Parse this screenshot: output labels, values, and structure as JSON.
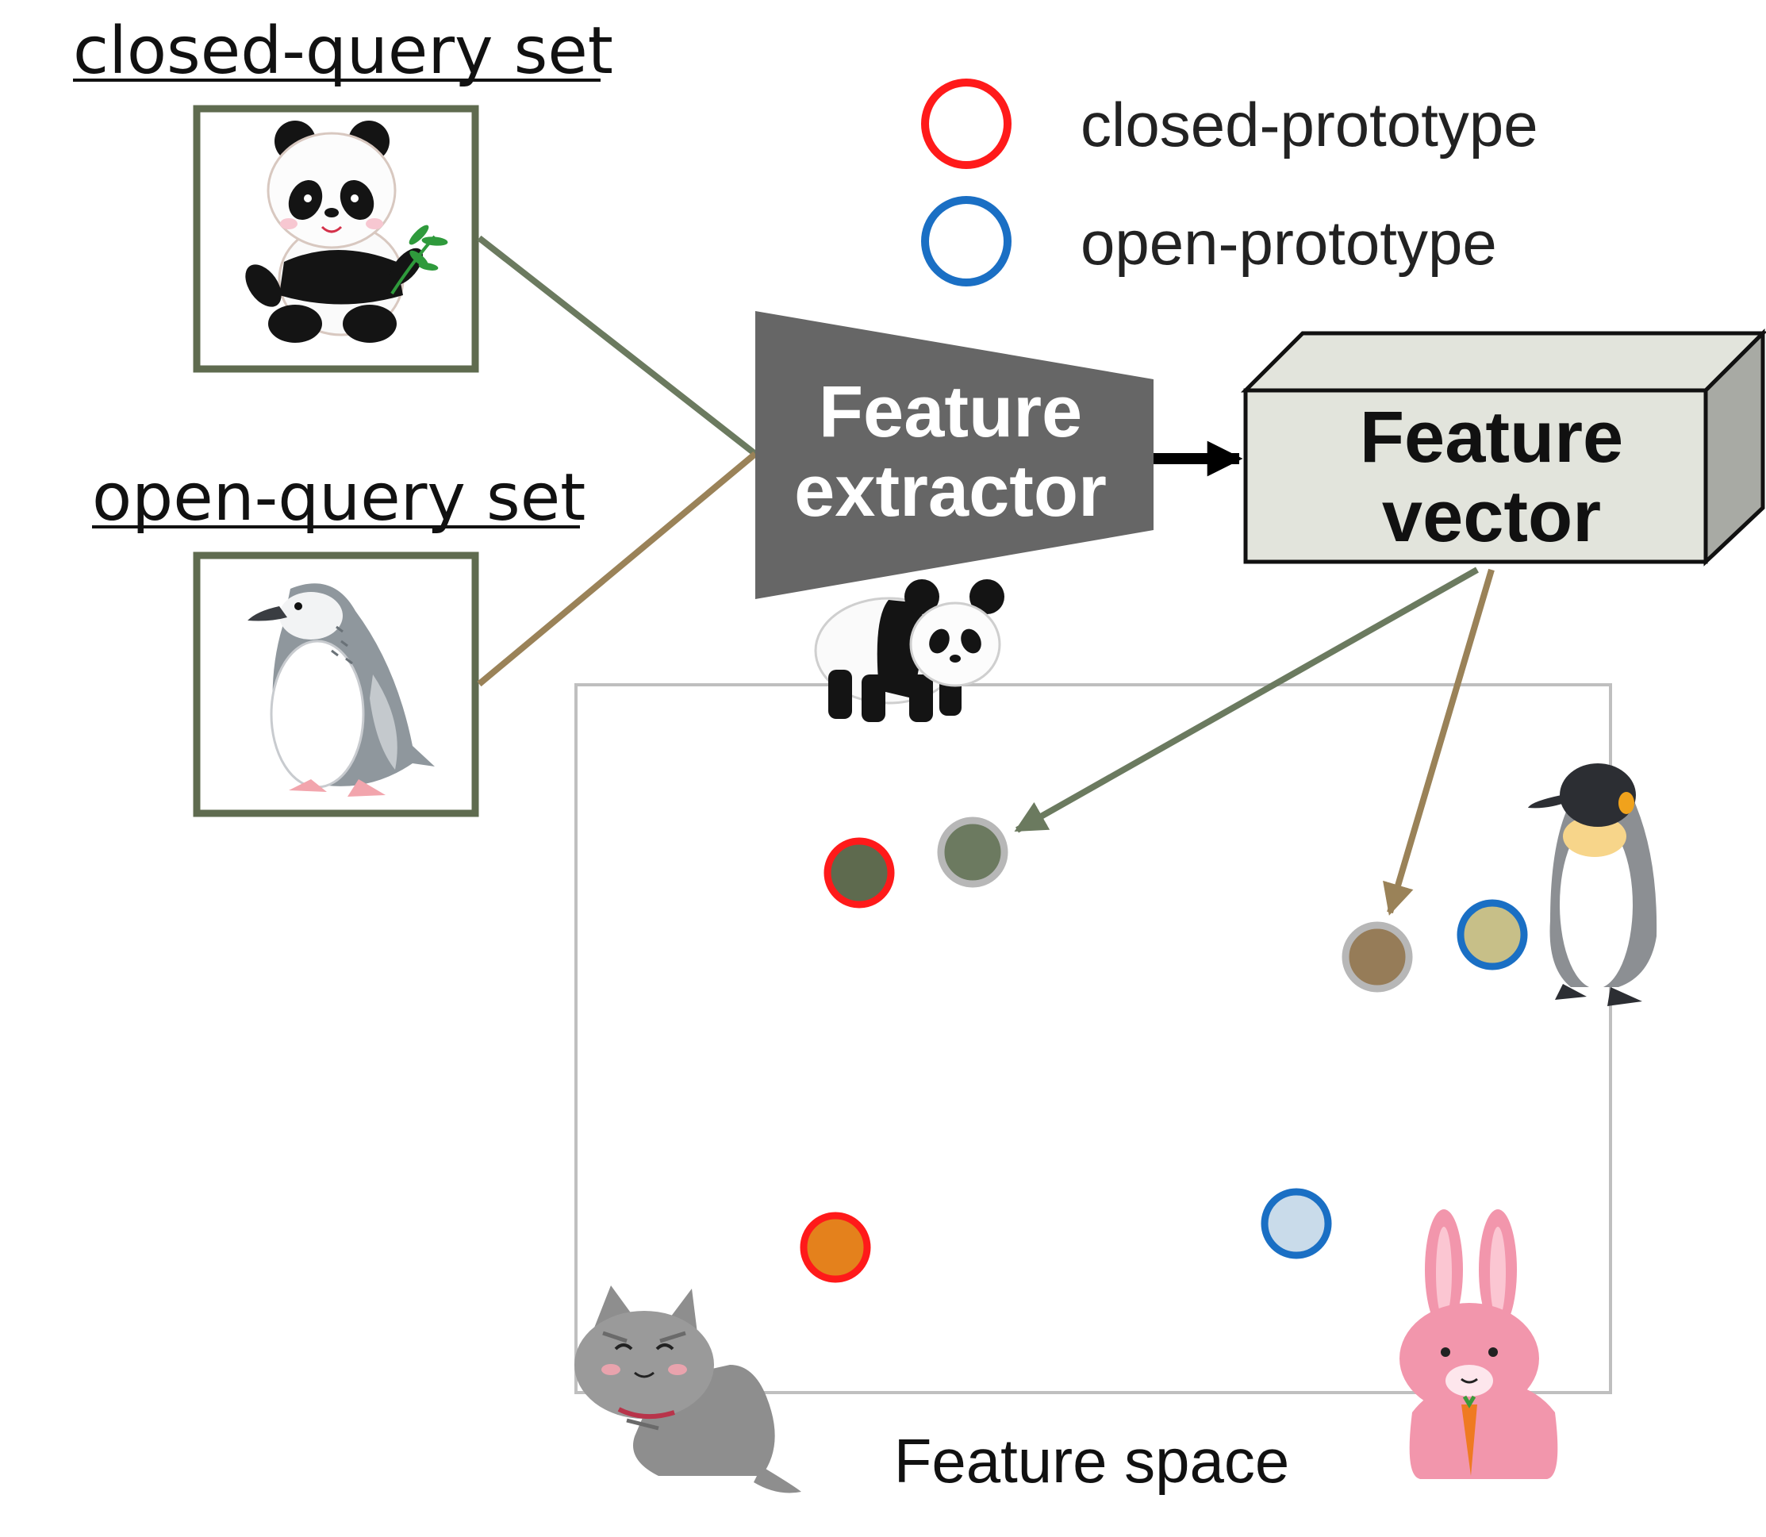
{
  "labels": {
    "closed_query": "closed-query set",
    "open_query": "open-query set",
    "extractor_line1": "Feature",
    "extractor_line2": "extractor",
    "vector_line1": "Feature",
    "vector_line2": "vector",
    "feature_space": "Feature space"
  },
  "legend": {
    "closed": "closed-prototype",
    "open": "open-prototype"
  },
  "colors": {
    "closed_proto_ring": "#ff1a1a",
    "open_proto_ring": "#1a6fc4",
    "query_ring": "#b7b7b7",
    "closed_path": "#6b7a5f",
    "open_path": "#9a8258",
    "extractor_fill": "#666666",
    "vector_fill": "#e2e4dc",
    "panda_proto_fill": "#5e6a4e",
    "panda_query_fill": "#6c7a60",
    "penguin_query_fill": "#967c58",
    "penguin_proto_fill": "#c7bf88",
    "cat_proto_fill": "#e4811c",
    "rabbit_proto_fill": "#c9dbea"
  },
  "icons": [
    "panda-icon",
    "penguin-icon",
    "walking-panda-icon",
    "king-penguin-icon",
    "cat-icon",
    "rabbit-icon"
  ]
}
